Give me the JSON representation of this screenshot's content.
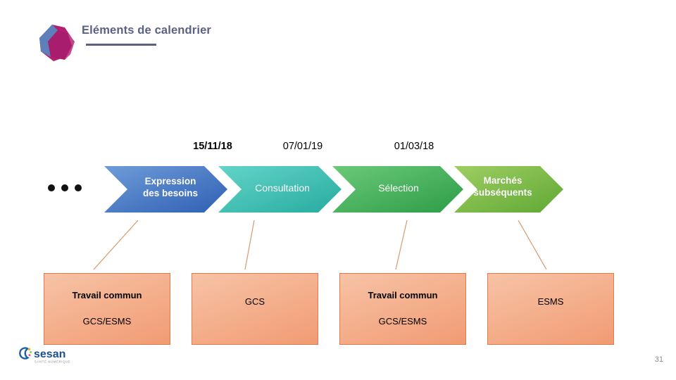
{
  "header": {
    "title": "Eléments de calendrier",
    "logo_name": "sesan-blob-logo",
    "title_color": "#5a6183"
  },
  "timeline": {
    "ellipsis": "• • •",
    "dates": [
      {
        "value": "15/11/18",
        "bold": true
      },
      {
        "value": "07/01/19",
        "bold": false
      },
      {
        "value": "01/03/18",
        "bold": false
      }
    ],
    "steps": [
      {
        "label": "Expression\ndes besoins",
        "color_start": "#5b8fd4",
        "color_end": "#2b5fb8",
        "bold": true
      },
      {
        "label": "Consultation",
        "color_start": "#55cfc4",
        "color_end": "#28b0a6",
        "bold": false
      },
      {
        "label": "Sélection",
        "color_start": "#5cc46e",
        "color_end": "#2fa14b",
        "bold": false
      },
      {
        "label": "Marchés\nsubséquents",
        "color_start": "#96c95a",
        "color_end": "#63ad38",
        "bold": true
      }
    ]
  },
  "actors": {
    "boxes": [
      {
        "line1": "Travail commun",
        "line2": "GCS/ESMS",
        "bold": true
      },
      {
        "line1": "GCS",
        "line2": "",
        "bold": false
      },
      {
        "line1": "Travail commun",
        "line2": "GCS/ESMS",
        "bold": true
      },
      {
        "line1": "ESMS",
        "line2": "",
        "bold": false
      }
    ],
    "box_fill": "#f4ab87",
    "box_border": "#e07a4f"
  },
  "footer": {
    "logo_text": "sesan",
    "logo_tagline": "SANTÉ NUMÉRIQUE",
    "page_number": "31"
  }
}
